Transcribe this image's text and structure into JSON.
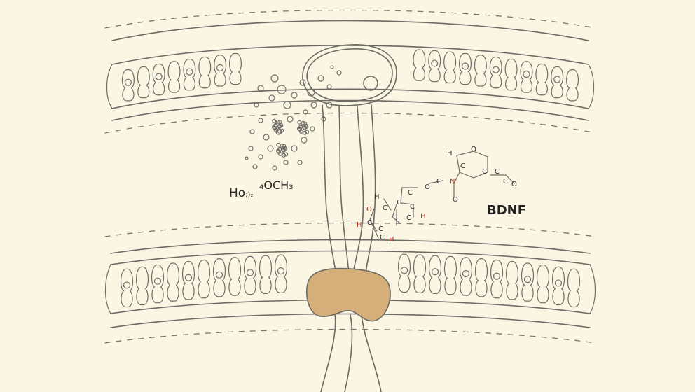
{
  "labels": {
    "chem_formula_main": "Ho",
    "chem_formula_sub": ";)₂",
    "chem_formula_tail": "₄OCH₃",
    "bdnf": "BDNF"
  },
  "molecule_atoms": [
    "H",
    "O",
    "C",
    "C",
    "C",
    "N",
    "C",
    "O",
    "O",
    "H",
    "C",
    "C",
    "C",
    "C",
    "H",
    "O",
    "H",
    "C",
    "C",
    "H",
    "C",
    "C",
    "C",
    "O"
  ],
  "colors": {
    "background": "#fbf5e4",
    "outline": "#6b6b63",
    "receptor_fill": "#d6ae7a",
    "heteroatom": "#b23a2c"
  }
}
